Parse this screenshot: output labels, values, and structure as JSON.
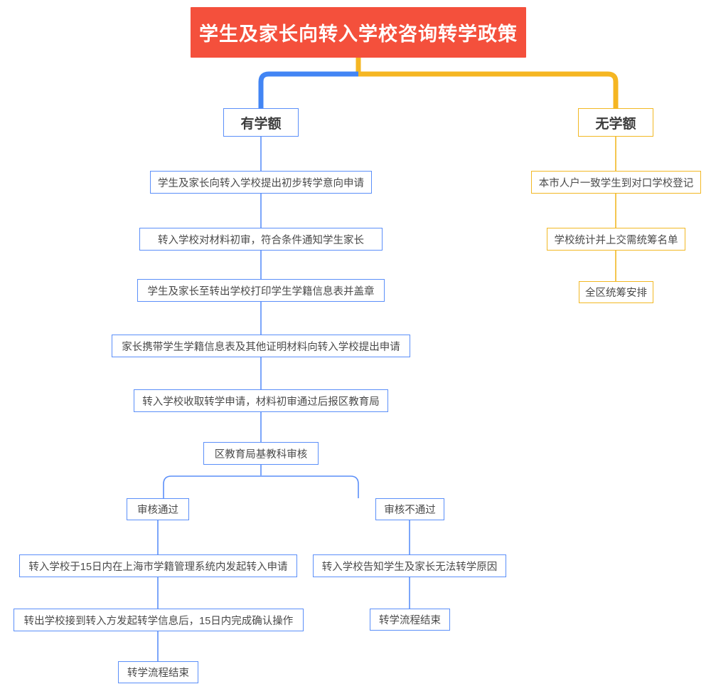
{
  "diagram": {
    "title": "学生及家长向转入学校咨询转学政策",
    "colors": {
      "root_fill": "#f4503c",
      "root_text": "#ffffff",
      "blue": "#5b8ff9",
      "blue_link": "#4285f4",
      "yellow": "#f2b824",
      "yellow_link": "#f5b622",
      "node_text": "#4a4a4a",
      "background": "#ffffff"
    },
    "root": {
      "label": "学生及家长向转入学校咨询转学政策"
    },
    "branches": [
      {
        "id": "has-quota",
        "label": "有学额",
        "color": "#5b8ff9",
        "steps": [
          {
            "id": "step-1",
            "label": "学生及家长向转入学校提出初步转学意向申请"
          },
          {
            "id": "step-2",
            "label": "转入学校对材料初审，符合条件通知学生家长"
          },
          {
            "id": "step-3",
            "label": "学生及家长至转出学校打印学生学籍信息表并盖章"
          },
          {
            "id": "step-4",
            "label": "家长携带学生学籍信息表及其他证明材料向转入学校提出申请"
          },
          {
            "id": "step-5",
            "label": "转入学校收取转学申请，材料初审通过后报区教育局"
          },
          {
            "id": "step-6",
            "label": "区教育局基教科审核"
          }
        ],
        "outcomes": [
          {
            "id": "approved",
            "label": "审核通过",
            "steps": [
              {
                "id": "approved-step-1",
                "label": "转入学校于15日内在上海市学籍管理系统内发起转入申请"
              },
              {
                "id": "approved-step-2",
                "label": "转出学校接到转入方发起转学信息后，15日内完成确认操作"
              },
              {
                "id": "approved-step-3",
                "label": "转学流程结束"
              }
            ]
          },
          {
            "id": "rejected",
            "label": "审核不通过",
            "steps": [
              {
                "id": "rejected-step-1",
                "label": "转入学校告知学生及家长无法转学原因"
              },
              {
                "id": "rejected-step-2",
                "label": "转学流程结束"
              }
            ]
          }
        ]
      },
      {
        "id": "no-quota",
        "label": "无学额",
        "color": "#f2b824",
        "steps": [
          {
            "id": "nq-step-1",
            "label": "本市人户一致学生到对口学校登记"
          },
          {
            "id": "nq-step-2",
            "label": "学校统计并上交需统筹名单"
          },
          {
            "id": "nq-step-3",
            "label": "全区统筹安排"
          }
        ],
        "outcomes": []
      }
    ]
  }
}
